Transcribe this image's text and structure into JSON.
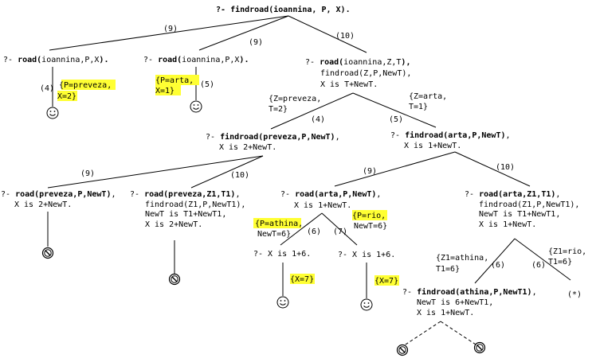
{
  "nodes": {
    "root": {
      "q": "?- ",
      "call": "findroad(ioannina, P, X)",
      "end": "."
    },
    "n1": {
      "q": "?- ",
      "call": "road(",
      "args": "ioannina,P,X",
      "end": ")."
    },
    "n2": {
      "q": "?- ",
      "call": "road(",
      "args": "ioannina,P,X",
      "end": ")."
    },
    "n3": {
      "q": "?- ",
      "call": "road(",
      "args": "ioannina,Z,T",
      "end": "),",
      "line2": "findroad(Z,P,NewT),",
      "line3": "X is T+NewT."
    },
    "n4": {
      "q": "?- ",
      "call": "findroad(preveza,P,NewT)",
      "end": ",",
      "line2": "X is 2+NewT."
    },
    "n5": {
      "q": "?- ",
      "call": "findroad(arta,P,NewT)",
      "end": ",",
      "line2": "X is 1+NewT."
    },
    "n6": {
      "q": "?- ",
      "call": "road(preveza,P,NewT)",
      "end": ",",
      "line2": "X is 2+NewT."
    },
    "n7": {
      "q": "?- ",
      "call": "road(preveza,Z1,T1)",
      "end": ",",
      "line2": "findroad(Z1,P,NewT1),",
      "line3": "NewT is T1+NewT1,",
      "line4": "X is 2+NewT."
    },
    "n8": {
      "q": "?- ",
      "call": "road(arta,P,NewT)",
      "end": ",",
      "line2": "X is 1+NewT."
    },
    "n9": {
      "q": "?- ",
      "call": "road(arta,Z1,T1)",
      "end": ",",
      "line2": "findroad(Z1,P,NewT1),",
      "line3": "NewT is T1+NewT1,",
      "line4": "X is 1+NewT."
    },
    "n10": {
      "text": "?- X is 1+6."
    },
    "n11": {
      "text": "?- X is 1+6."
    },
    "n12": {
      "q": "?- ",
      "call": "findroad(athina,P,NewT1)",
      "end": ",",
      "line2": "NewT is 6+NewT1,",
      "line3": "X is 1+NewT."
    },
    "star": {
      "text": "(*)"
    }
  },
  "edges": {
    "root_n1": "(9)",
    "root_n2": "(9)",
    "root_n3": "(10)",
    "n1_s1": "(4)",
    "n2_s2": "(5)",
    "n3_n4": "(4)",
    "n3_n5": "(5)",
    "n4_n6": "(9)",
    "n4_n7": "(10)",
    "n5_n8": "(9)",
    "n5_n9": "(10)",
    "n8_n10": "(6)",
    "n8_n11": "(7)",
    "n9_n12": "(6)",
    "n9_star": "(6)"
  },
  "bindings": {
    "b1": [
      "{P=preveza,",
      "X=2}"
    ],
    "b2": [
      "{P=arta,",
      "X=1}"
    ],
    "b3": [
      "{Z=preveza,",
      "T=2}"
    ],
    "b4": [
      "{Z=arta,",
      "T=1}"
    ],
    "b5": [
      "{P=athina,",
      "NewT=6}"
    ],
    "b6": [
      "{P=rio,",
      "NewT=6}"
    ],
    "b7": "{X=7}",
    "b8": "{X=7}",
    "b9": [
      "{Z1=athina,",
      "T1=6}"
    ],
    "b10": [
      "{Z1=rio,",
      "T1=6}"
    ]
  },
  "icons": {
    "success": "smiley-face-icon",
    "failure": "no-entry-icon"
  }
}
